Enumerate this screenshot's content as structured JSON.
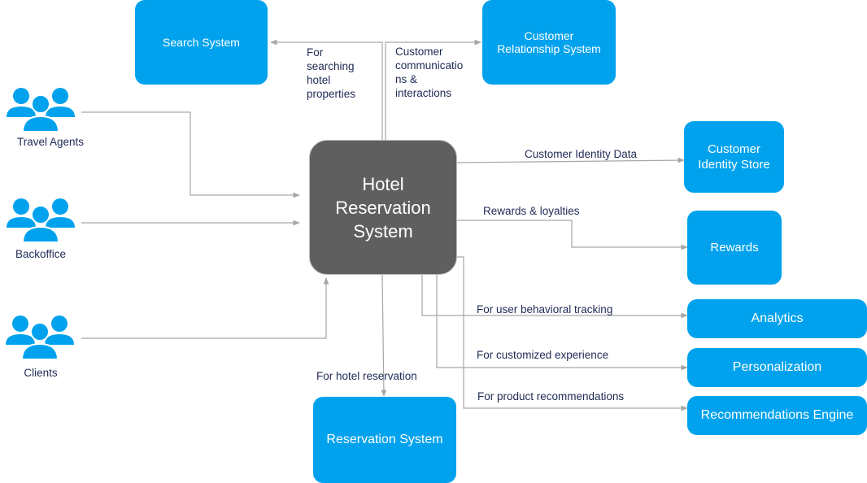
{
  "colors": {
    "node": "#00a2ed",
    "center": "#5f5f5f",
    "edge": "#a6a6a6",
    "label": "#1f2a55"
  },
  "center": {
    "label": "Hotel\nReservation\nSystem"
  },
  "nodes": {
    "search": "Search System",
    "crm": "Customer\nRelationship System",
    "identity": "Customer\nIdentity  Store",
    "rewards": "Rewards",
    "analytics": "Analytics",
    "personalization": "Personalization",
    "recommendations": "Recommendations Engine",
    "reservation": "Reservation System"
  },
  "actors": {
    "travel_agents": {
      "label": "Travel Agents",
      "icon": "users-group-icon"
    },
    "backoffice": {
      "label": "Backoffice",
      "icon": "users-group-icon"
    },
    "clients": {
      "label": "Clients",
      "icon": "users-group-icon"
    }
  },
  "edge_labels": {
    "search": "For\nsearching\nhotel\nproperties",
    "crm": "Customer\ncommunicatio\nns &\ninteractions",
    "identity": "Customer Identity Data",
    "rewards": "Rewards & loyalties",
    "analytics": "For user behavioral tracking",
    "personalization": "For customized experience",
    "recommendations": "For product recommendations",
    "reservation": "For hotel reservation"
  }
}
